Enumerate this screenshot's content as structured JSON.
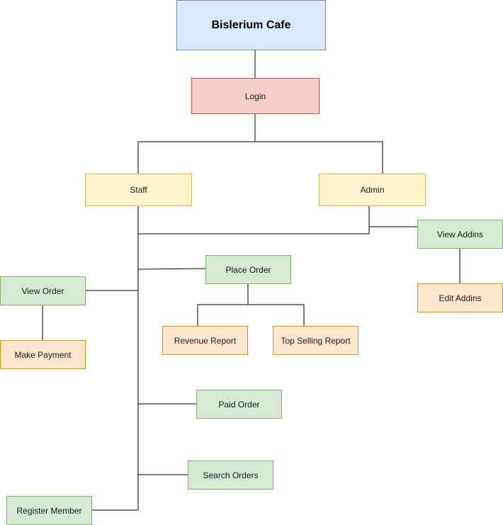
{
  "diagram": {
    "nodes": {
      "title": "Bislerium Cafe",
      "login": "Login",
      "staff": "Staff",
      "admin": "Admin",
      "view_addins": "View Addins",
      "edit_addins": "Edit Addins",
      "place_order": "Place Order",
      "view_order": "View Order",
      "make_payment": "Make Payment",
      "revenue_report": "Revenue Report",
      "top_selling_report": "Top Selling Report",
      "paid_order": "Paid Order",
      "search_orders": "Search Orders",
      "register_member": "Register Member"
    },
    "edges": [
      [
        "title",
        "login"
      ],
      [
        "login",
        "staff"
      ],
      [
        "login",
        "admin"
      ],
      [
        "admin",
        "staff"
      ],
      [
        "admin",
        "view_addins"
      ],
      [
        "view_addins",
        "edit_addins"
      ],
      [
        "staff",
        "place_order"
      ],
      [
        "staff",
        "view_order"
      ],
      [
        "view_order",
        "make_payment"
      ],
      [
        "place_order",
        "revenue_report"
      ],
      [
        "place_order",
        "top_selling_report"
      ],
      [
        "staff",
        "paid_order"
      ],
      [
        "staff",
        "search_orders"
      ],
      [
        "staff",
        "register_member"
      ]
    ],
    "colors": {
      "title_fill": "#dae8fc",
      "login_fill": "#f8cecc",
      "role_fill": "#fff2cc",
      "view_fill": "#d5e8d4",
      "action_fill": "#ffe6cc",
      "line": "#000000"
    }
  }
}
